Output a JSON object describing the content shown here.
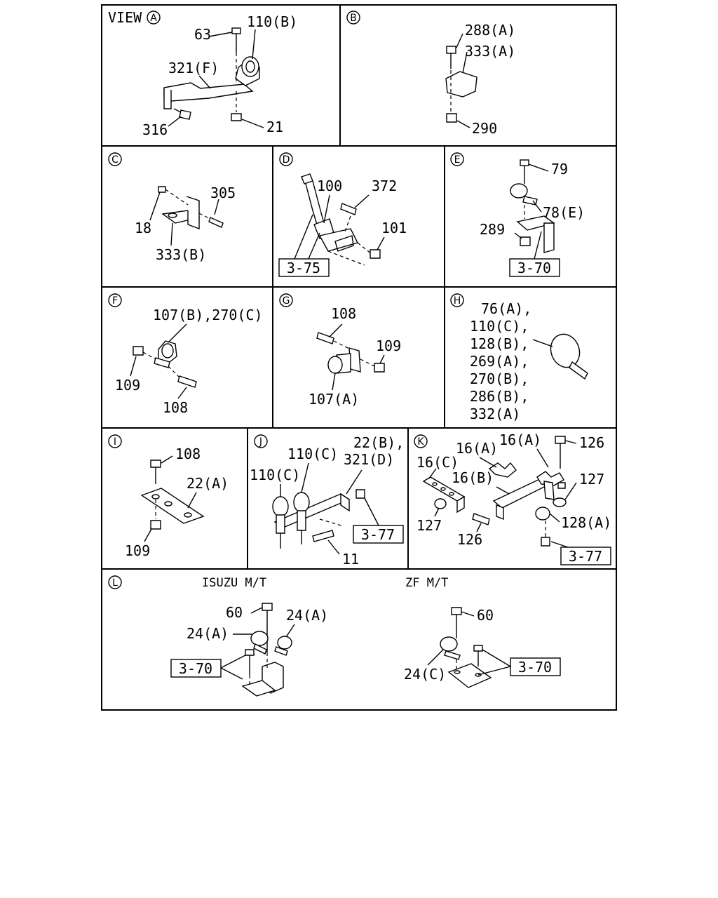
{
  "panels": {
    "A": {
      "marker": "A",
      "view_label": "VIEW",
      "labels": [
        "63",
        "110(B)",
        "321(F)",
        "316",
        "21"
      ]
    },
    "B": {
      "marker": "B",
      "labels": [
        "288(A)",
        "333(A)",
        "290"
      ]
    },
    "C": {
      "marker": "C",
      "labels": [
        "305",
        "18",
        "333(B)"
      ]
    },
    "D": {
      "marker": "D",
      "labels": [
        "100",
        "372",
        "101"
      ],
      "ref": "3-75"
    },
    "E": {
      "marker": "E",
      "labels": [
        "79",
        "78(E)",
        "289"
      ],
      "ref": "3-70"
    },
    "F": {
      "marker": "F",
      "labels": [
        "107(B),270(C)",
        "109",
        "108"
      ]
    },
    "G": {
      "marker": "G",
      "labels": [
        "108",
        "109",
        "107(A)"
      ]
    },
    "H": {
      "marker": "H",
      "labels": [
        "76(A),",
        "110(C),",
        "128(B),",
        "269(A),",
        "270(B),",
        "286(B),",
        "332(A)"
      ]
    },
    "I": {
      "marker": "I",
      "labels": [
        "108",
        "22(A)",
        "109"
      ]
    },
    "J": {
      "marker": "J",
      "labels": [
        "22(B),",
        "110(C)",
        "321(D)",
        "110(C)",
        "11"
      ],
      "ref": "3-77"
    },
    "K": {
      "marker": "K",
      "labels": [
        "16(A)",
        "16(A)",
        "126",
        "16(C)",
        "16(B)",
        "127",
        "127",
        "126",
        "128(A)"
      ],
      "ref": "3-77"
    },
    "L": {
      "marker": "L",
      "left_title": "ISUZU M/T",
      "right_title": "ZF M/T",
      "left_labels": [
        "60",
        "24(A)",
        "24(A)"
      ],
      "left_ref": "3-70",
      "right_labels": [
        "60",
        "24(C)"
      ],
      "right_ref": "3-70"
    }
  }
}
